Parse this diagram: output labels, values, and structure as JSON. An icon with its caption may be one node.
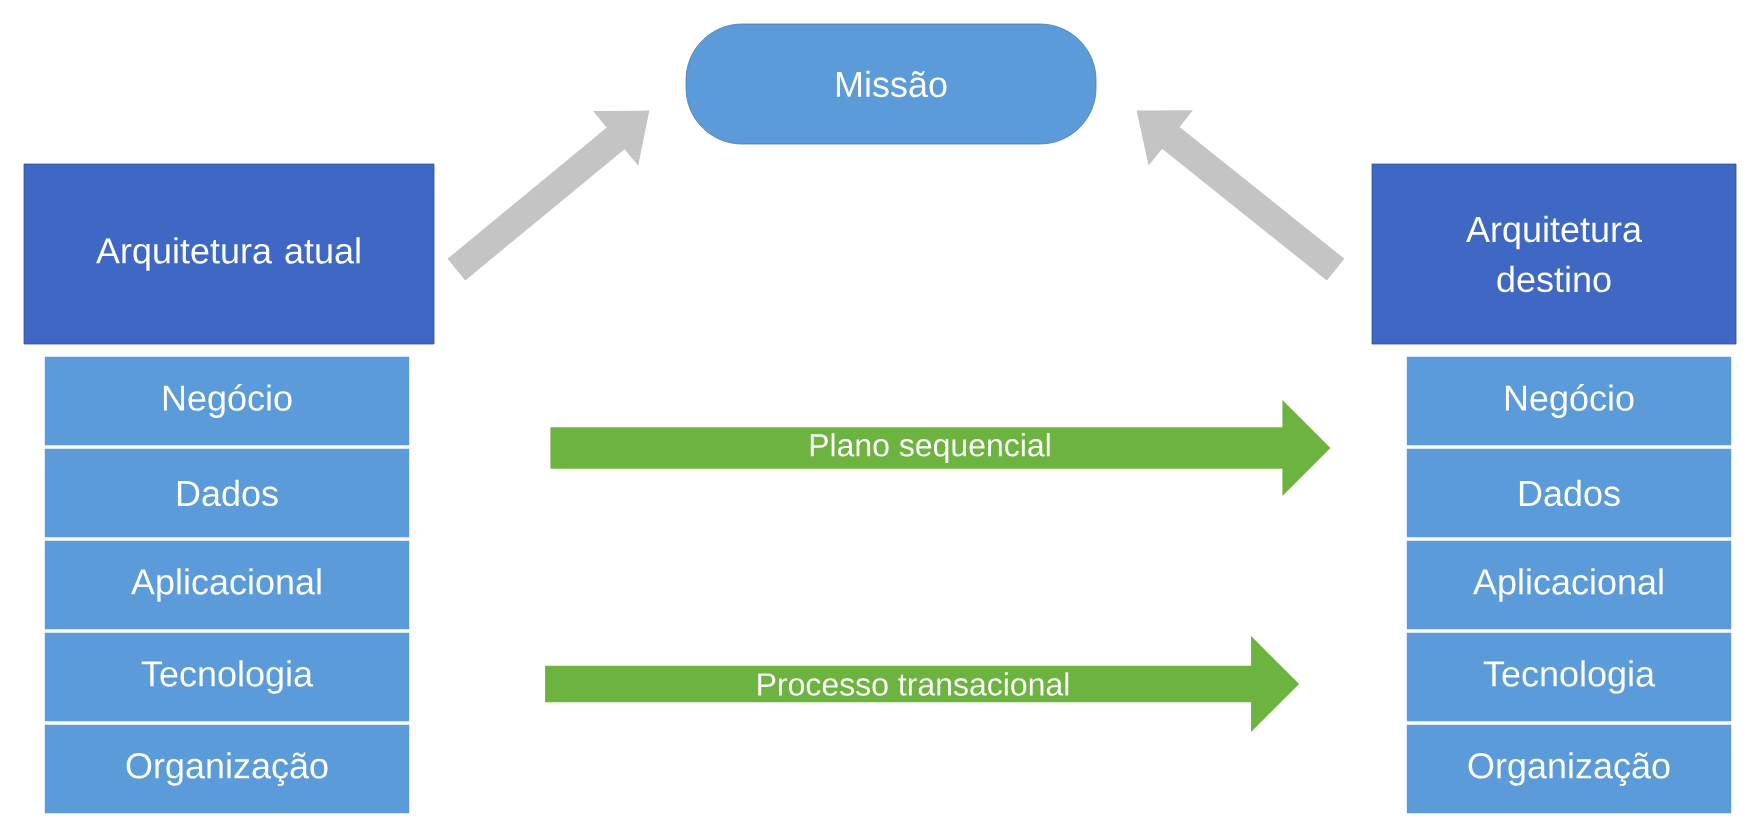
{
  "diagram": {
    "nodes": [
      {
        "text": [
          "Missão"
        ]
      },
      {
        "text": [
          "Arquitetura atual"
        ]
      },
      {
        "text": [
          "Negócio"
        ]
      },
      {
        "text": [
          "Dados"
        ]
      },
      {
        "text": [
          "Aplicacional"
        ]
      },
      {
        "text": [
          "Tecnologia"
        ]
      },
      {
        "text": [
          "Organização"
        ]
      },
      {
        "text": [
          "Arquitetura destino"
        ]
      },
      {
        "text": [
          "Negócio"
        ]
      },
      {
        "text": [
          "Dados"
        ]
      },
      {
        "text": [
          "Aplicacional"
        ]
      },
      {
        "text": [
          "Tecnologia"
        ]
      },
      {
        "text": [
          "Organização"
        ]
      },
      {
        "text": [
          "Plano sequencial"
        ]
      },
      {
        "text": [
          "Processo transacional"
        ]
      }
    ],
    "edges": [
      {
        "from": 1,
        "to": 0,
        "arrow": "to",
        "color": "#c4c4c4"
      },
      {
        "from": 7,
        "to": 0,
        "arrow": "to",
        "color": "#c4c4c4"
      }
    ]
  }
}
